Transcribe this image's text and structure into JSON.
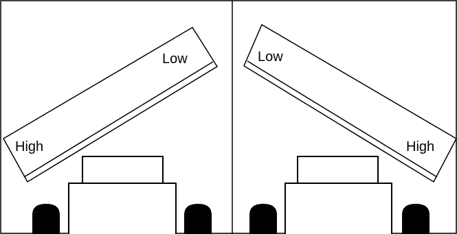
{
  "left_panel": {
    "bar": {
      "low_label": "Low",
      "high_label": "High"
    }
  },
  "right_panel": {
    "bar": {
      "low_label": "Low",
      "high_label": "High"
    }
  },
  "colors": {
    "stroke": "#000000",
    "background": "#ffffff"
  }
}
